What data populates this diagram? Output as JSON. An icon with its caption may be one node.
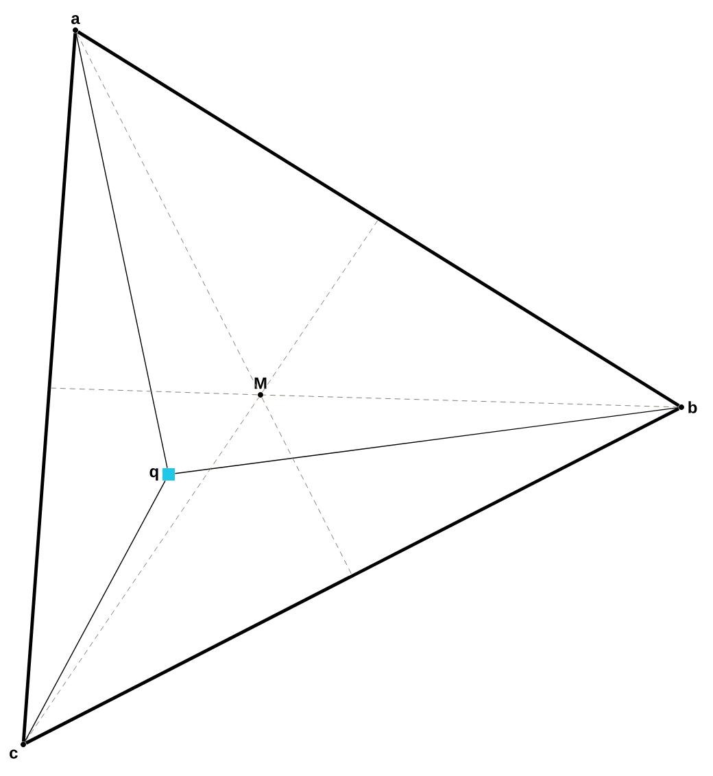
{
  "diagram": {
    "nodes": [
      {
        "text": [
          "a"
        ]
      },
      {
        "text": [
          "b"
        ]
      },
      {
        "text": [
          "c"
        ]
      },
      {
        "text": [
          "M"
        ]
      },
      {
        "text": [
          "q"
        ]
      }
    ],
    "edges": [
      {
        "from": 0,
        "to": 1,
        "arrow": "none",
        "style": "thick"
      },
      {
        "from": 1,
        "to": 2,
        "arrow": "none",
        "style": "thick"
      },
      {
        "from": 2,
        "to": 0,
        "arrow": "none",
        "style": "thick"
      },
      {
        "from": 0,
        "to": 4,
        "arrow": "none"
      },
      {
        "from": 1,
        "to": 4,
        "arrow": "none"
      },
      {
        "from": 2,
        "to": 4,
        "arrow": "none"
      },
      {
        "from": 0,
        "to": 3,
        "arrow": "none",
        "style": "dashed",
        "color": "#8c7b6b"
      },
      {
        "from": 1,
        "to": 3,
        "arrow": "none",
        "style": "dashed",
        "color": "#8c7b6b"
      },
      {
        "from": 2,
        "to": 3,
        "arrow": "none",
        "style": "dashed",
        "color": "#8c7b6b"
      },
      {
        "from": 3,
        "to": null,
        "arrow": "none",
        "style": "dashed",
        "color": "#8c7b6b"
      },
      {
        "from": 3,
        "to": null,
        "arrow": "none",
        "style": "dashed",
        "color": "#8c7b6b"
      },
      {
        "from": 3,
        "to": null,
        "arrow": "none",
        "style": "dashed",
        "color": "#8c7b6b"
      }
    ]
  }
}
